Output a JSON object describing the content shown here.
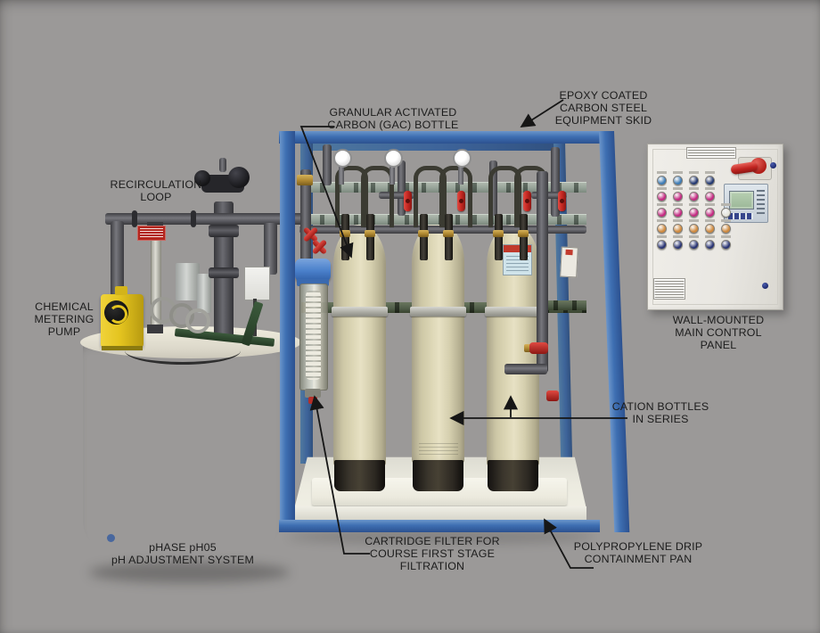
{
  "annotations": {
    "gac_bottle": "GRANULAR ACTIVATED\nCARBON (GAC) BOTTLE",
    "equipment_skid": "EPOXY COATED\nCARBON STEEL\nEQUIPMENT SKID",
    "recirculation_loop": "RECIRCULATION\nLOOP",
    "chemical_metering_pump": "CHEMICAL\nMETERING\nPUMP",
    "control_panel": "WALL-MOUNTED\nMAIN CONTROL\nPANEL",
    "cation_bottles": "CATION BOTTLES\nIN SERIES",
    "ph_system": "pHASE pH05\npH ADJUSTMENT SYSTEM",
    "cartridge_filter": "CARTRIDGE FILTER FOR\nCOURSE FIRST STAGE\nFILTRATION",
    "drip_pan": "POLYPROPYLENE DRIP\nCONTAINMENT PAN"
  },
  "colors": {
    "background": "#9b9998",
    "skid-blue": "#3e6fb2",
    "skid-blue-dark": "#2c5190",
    "bottle-tan": "#ddd7b6",
    "pan-white": "#f6f5ec",
    "tank-cream": "#f0ede1",
    "pump-yellow": "#e4c41f",
    "valve-red": "#c42722",
    "pipe-gray": "#5c5e60",
    "strut-galv": "#93a095",
    "strut-green": "#4f5c48",
    "brass": "#ad8630",
    "panel-body": "#e9e7e2",
    "hmi-screen": "#b7cfb2",
    "filter-cap-blue": "#4c82cc",
    "label-text": "#1c1c1c"
  },
  "control_panel": {
    "light_rows": [
      {
        "colors": [
          "#3f7cb5",
          "#3f7cb5",
          "#253a72",
          "#253a72"
        ]
      },
      {
        "colors": [
          "#c42a82",
          "#c42a82",
          "#c42a82",
          "#c42a82"
        ]
      },
      {
        "colors": [
          "#c42a82",
          "#c42a82",
          "#c42a82",
          "#c42a82",
          "#e4e4dc"
        ]
      },
      {
        "colors": [
          "#cf8a3f",
          "#cf8a3f",
          "#cf8a3f",
          "#cf8a3f",
          "#cf8a3f"
        ]
      },
      {
        "colors": [
          "#2a3574",
          "#2a3574",
          "#2a3574",
          "#2a3574",
          "#2a3574"
        ]
      }
    ]
  }
}
